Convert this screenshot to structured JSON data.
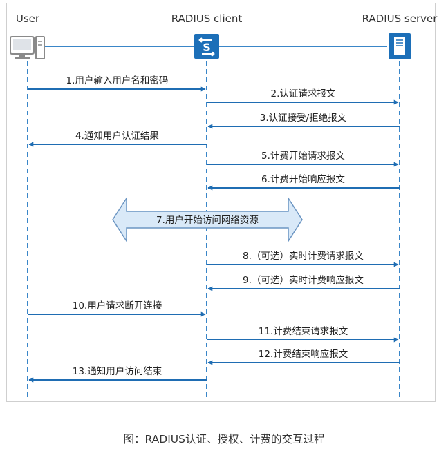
{
  "participants": [
    {
      "name": "User",
      "icon": "computer-icon"
    },
    {
      "name": "RADIUS client",
      "icon": "switch-icon"
    },
    {
      "name": "RADIUS server",
      "icon": "server-icon"
    }
  ],
  "messages": [
    {
      "label": "1.用户输入用户名和密码",
      "from": 0,
      "to": 1
    },
    {
      "label": "2.认证请求报文",
      "from": 1,
      "to": 2
    },
    {
      "label": "3.认证接受/拒绝报文",
      "from": 2,
      "to": 1
    },
    {
      "label": "4.通知用户认证结果",
      "from": 1,
      "to": 0
    },
    {
      "label": "5.计费开始请求报文",
      "from": 1,
      "to": 2
    },
    {
      "label": "6.计费开始响应报文",
      "from": 2,
      "to": 1
    },
    {
      "label": "7.用户开始访问网络资源",
      "from": 0,
      "to": 1,
      "style": "double-block"
    },
    {
      "label": "8.（可选）实时计费请求报文",
      "from": 1,
      "to": 2
    },
    {
      "label": "9.（可选）实时计费响应报文",
      "from": 2,
      "to": 1
    },
    {
      "label": "10.用户请求断开连接",
      "from": 0,
      "to": 1
    },
    {
      "label": "11.计费结束请求报文",
      "from": 1,
      "to": 2
    },
    {
      "label": "12.计费结束响应报文",
      "from": 2,
      "to": 1
    },
    {
      "label": "13.通知用户访问结束",
      "from": 1,
      "to": 0
    }
  ],
  "caption": "图：RADIUS认证、授权、计费的交互过程",
  "colors": {
    "line": "#1f6db3",
    "lifeline": "#3a86c8",
    "icon_blue": "#1c6fb8",
    "block_fill": "#d9e9f8",
    "block_stroke": "#6b95c2",
    "text": "#222222"
  }
}
